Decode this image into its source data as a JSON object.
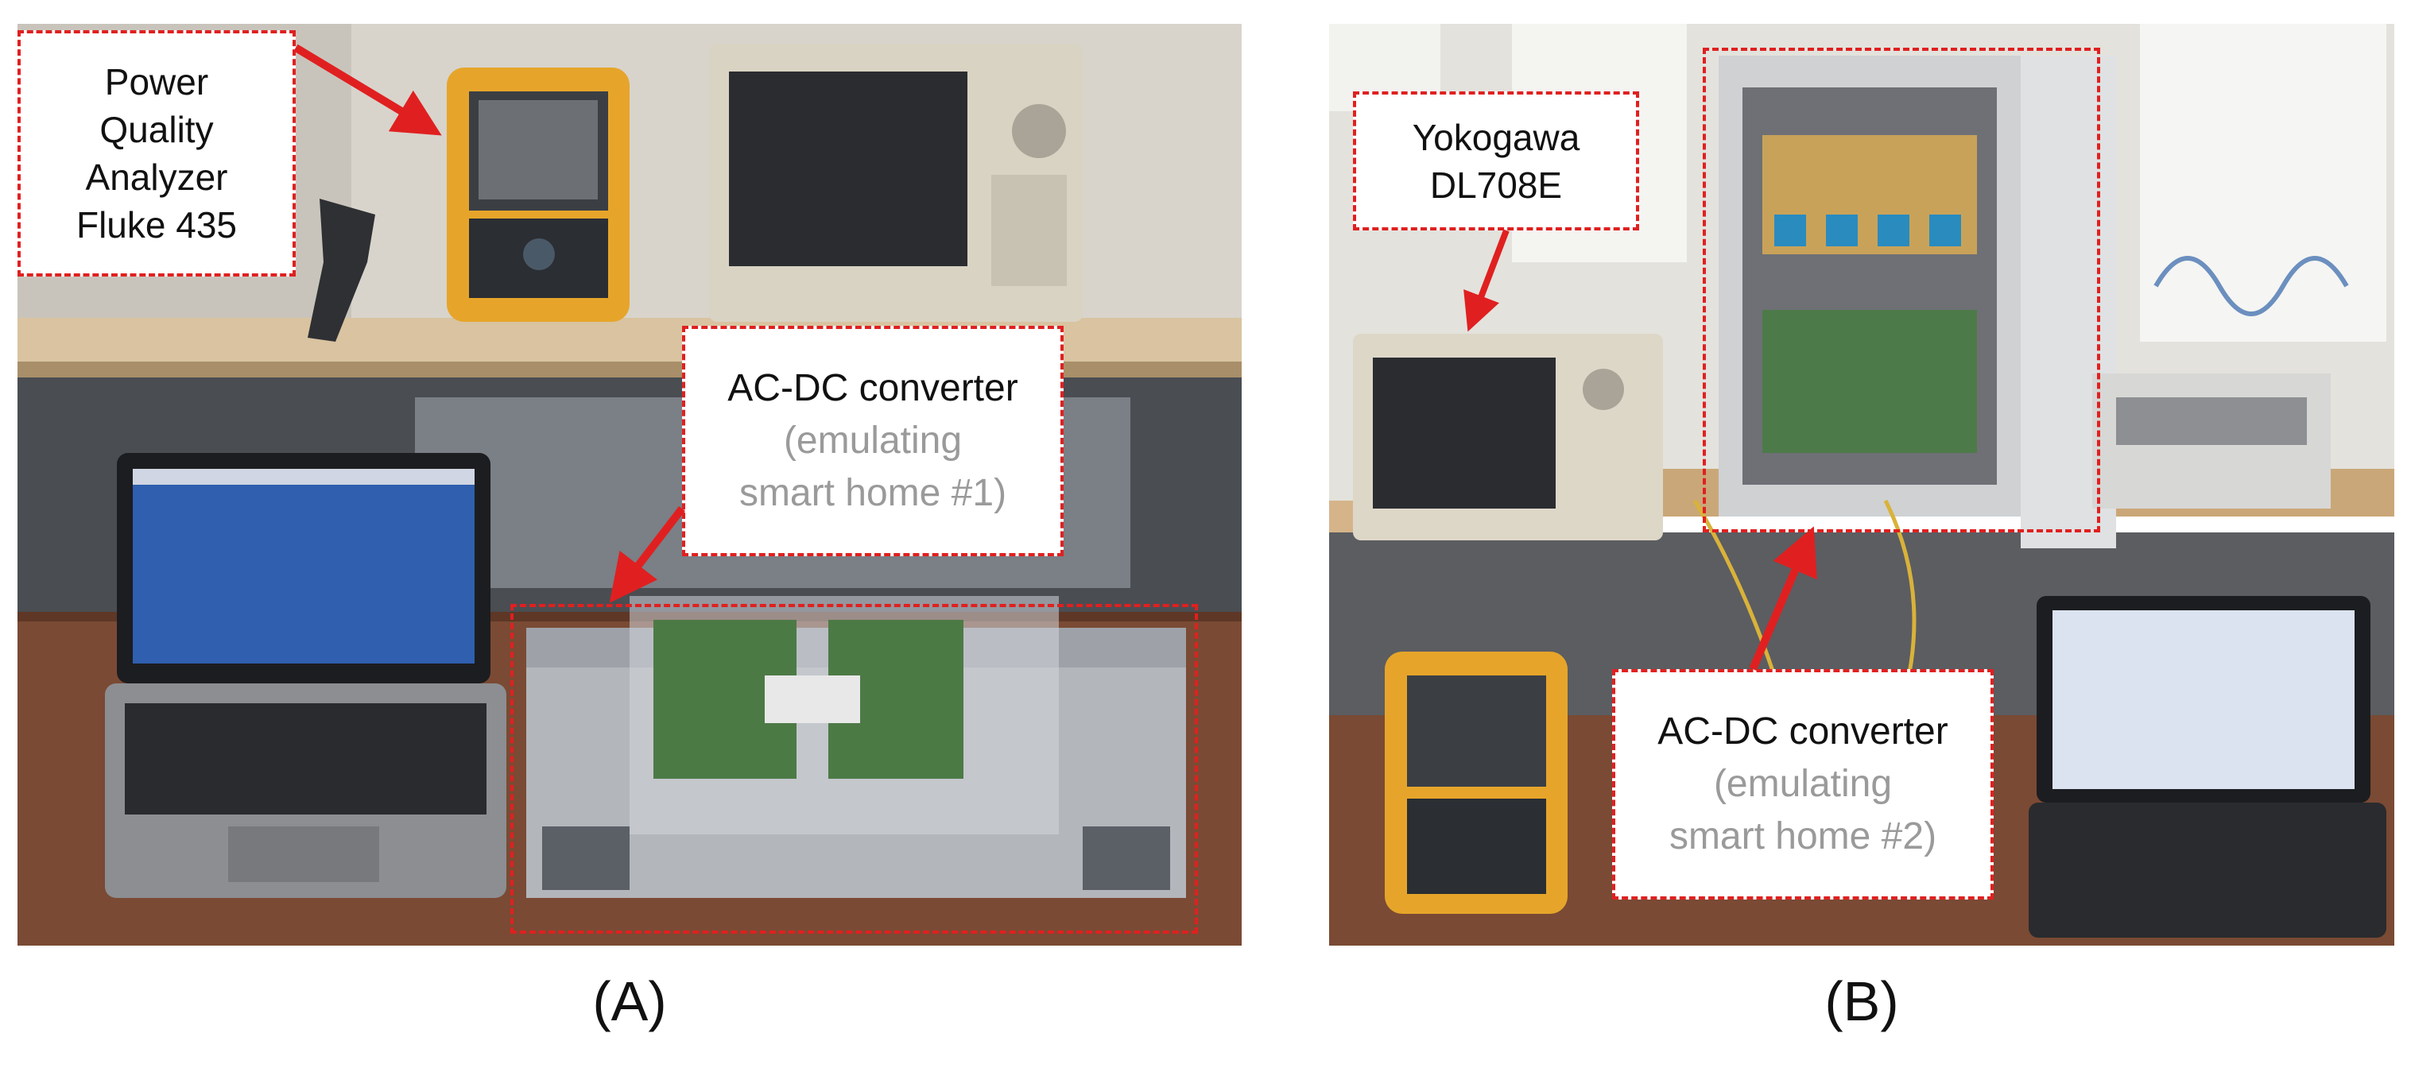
{
  "panel_a": {
    "callouts": {
      "analyzer": {
        "line1": "Power",
        "line2": "Quality",
        "line3": "Analyzer",
        "line4": "Fluke 435"
      },
      "converter": {
        "title": "AC-DC converter",
        "sub1": "(emulating",
        "sub2": "smart home #1)"
      }
    },
    "caption": "(A)"
  },
  "panel_b": {
    "callouts": {
      "scope": {
        "line1": "Yokogawa",
        "line2": "DL708E"
      },
      "converter": {
        "title": "AC-DC converter",
        "sub1": "(emulating",
        "sub2": "smart home #2)"
      }
    },
    "caption": "(B)"
  },
  "colors": {
    "annotation_red": "#e02020",
    "callout_sub_text": "#9a9a9a"
  }
}
